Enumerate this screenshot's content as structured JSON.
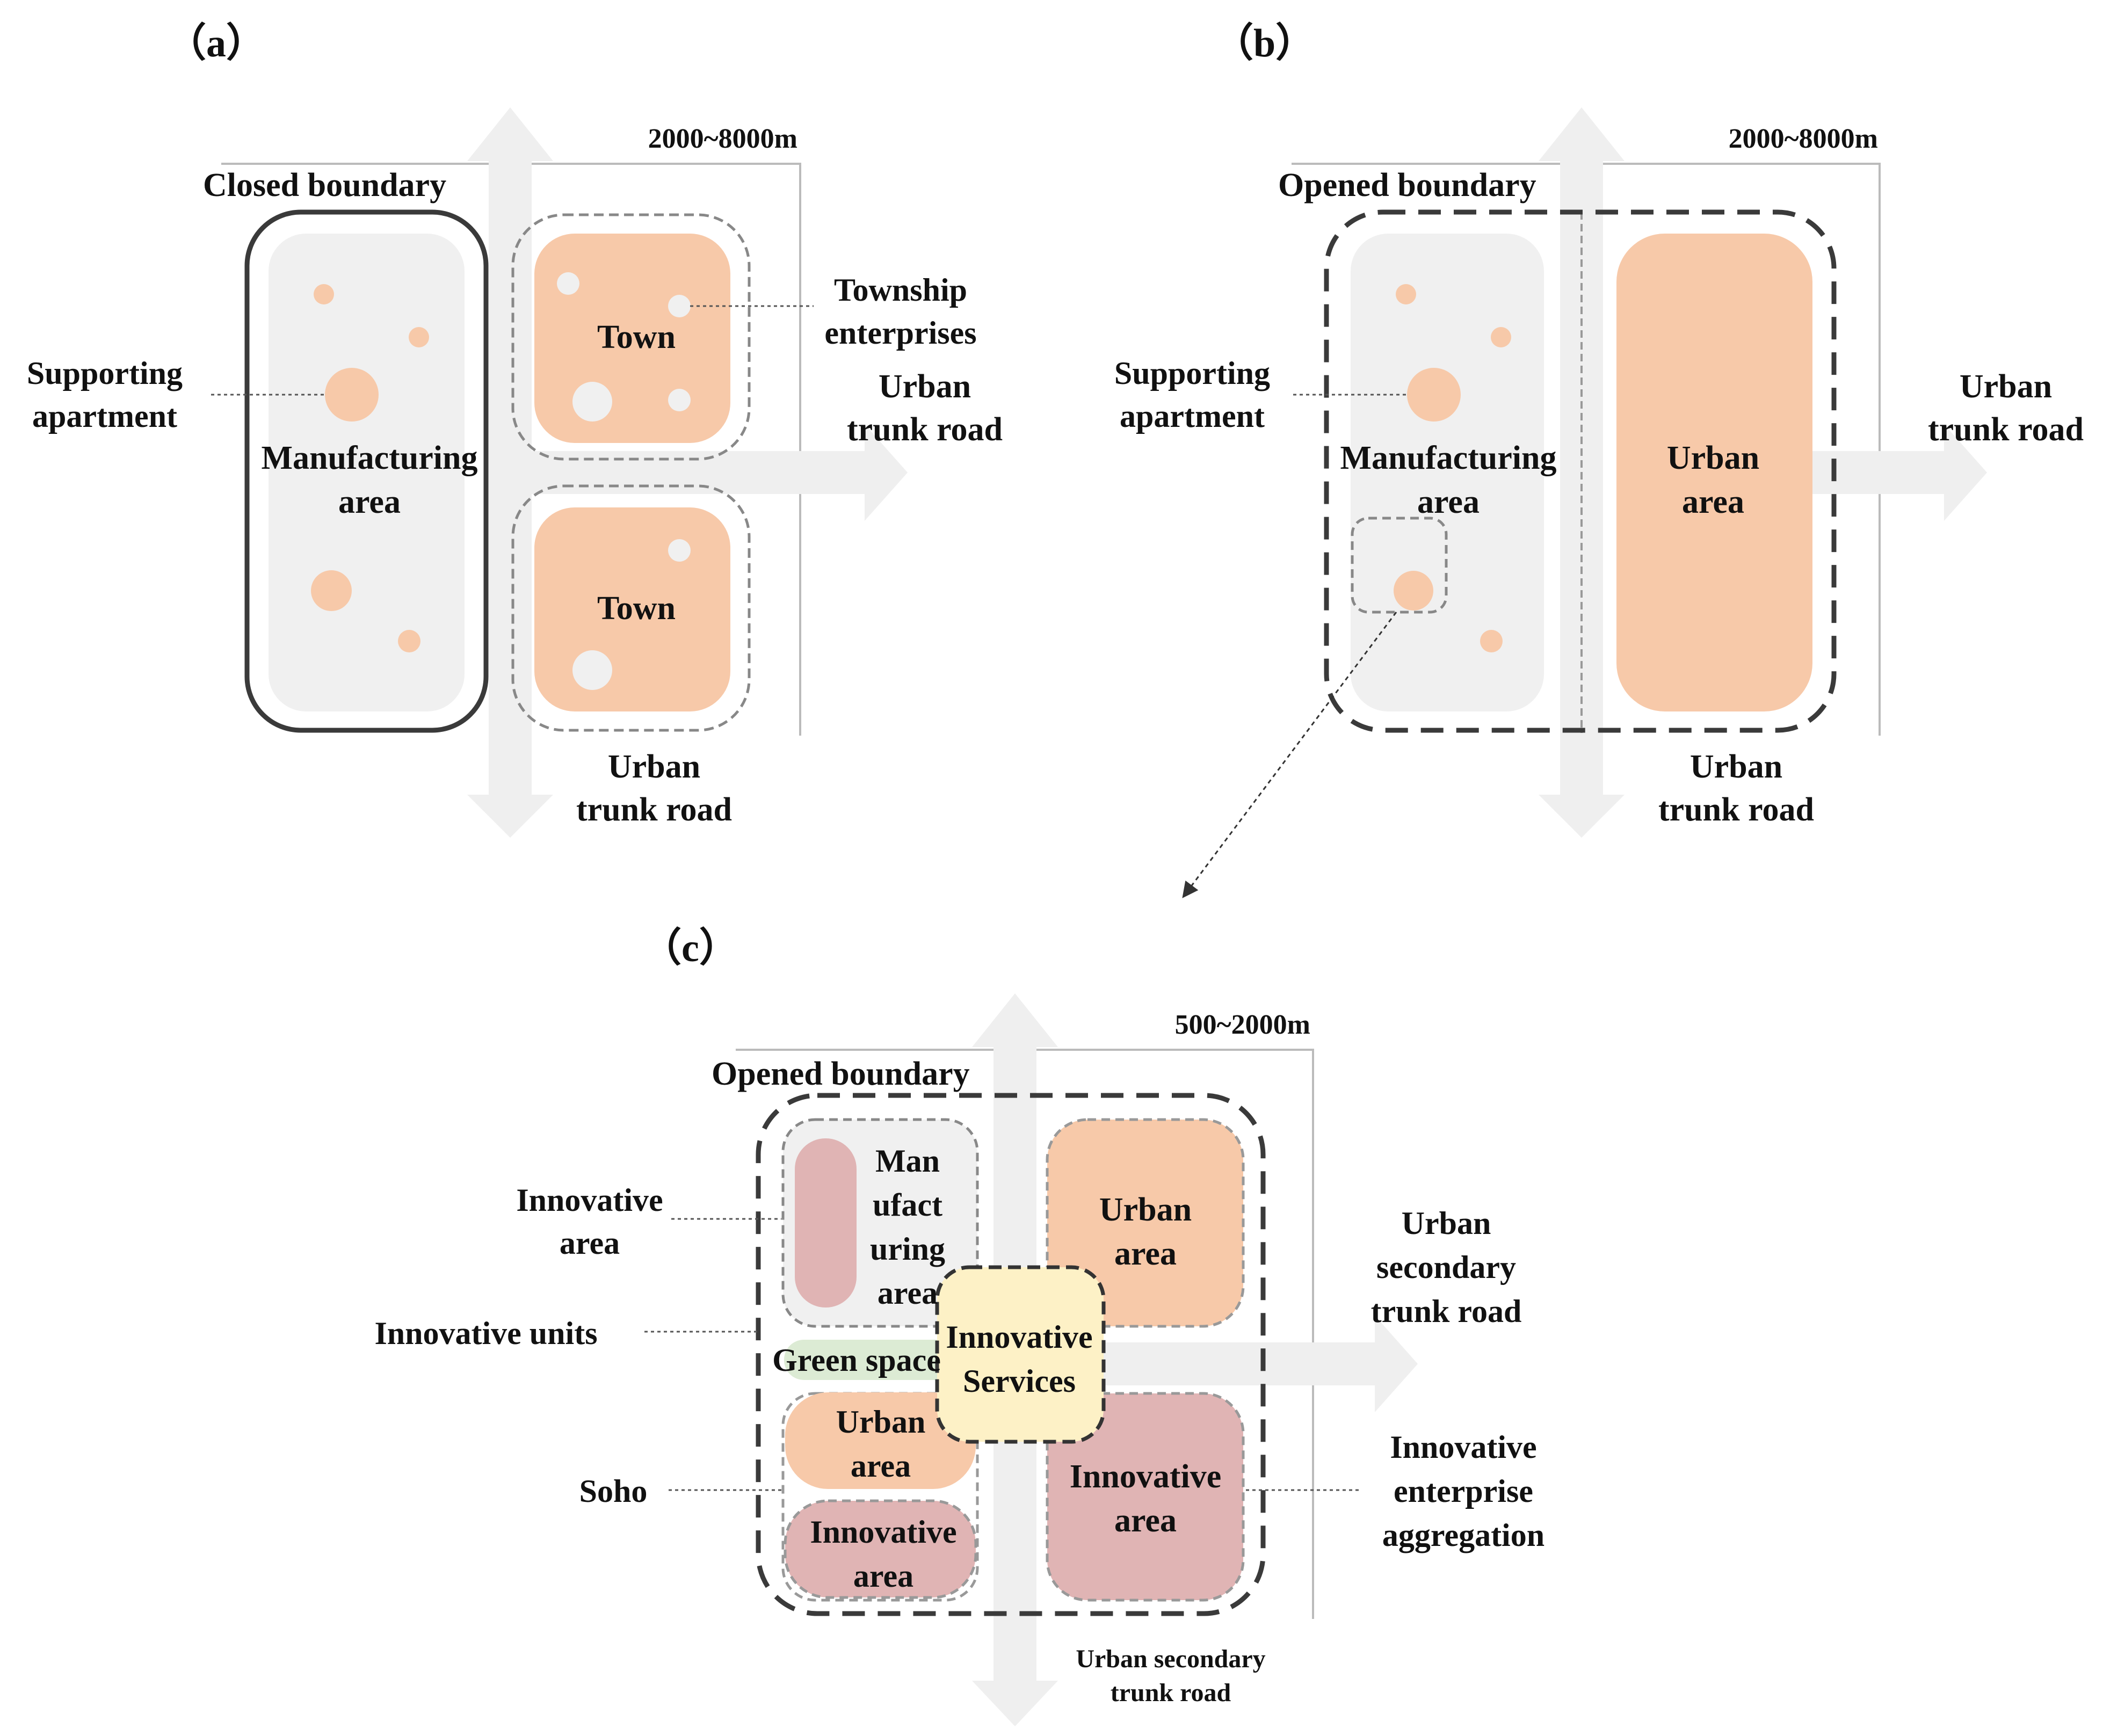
{
  "panel_a": {
    "tag": "（a）",
    "scale": "2000~8000m",
    "boundary": "Closed boundary",
    "supporting": [
      "Supporting",
      "apartment"
    ],
    "manufacturing": [
      "Manufacturing",
      "area"
    ],
    "town": "Town",
    "township": [
      "Township",
      "enterprises"
    ],
    "road_right": [
      "Urban",
      "trunk road"
    ],
    "road_bottom": [
      "Urban",
      "trunk road"
    ]
  },
  "panel_b": {
    "tag": "（b）",
    "scale": "2000~8000m",
    "boundary": "Opened boundary",
    "supporting": [
      "Supporting",
      "apartment"
    ],
    "manufacturing": [
      "Manufacturing",
      "area"
    ],
    "urban": [
      "Urban",
      "area"
    ],
    "road_right": [
      "Urban",
      "trunk road"
    ],
    "road_bottom": [
      "Urban",
      "trunk road"
    ]
  },
  "panel_c": {
    "tag": "（c）",
    "scale": "500~2000m",
    "boundary": "Opened boundary",
    "innovative_area_label": [
      "Innovative",
      "area"
    ],
    "innovative_units": "Innovative units",
    "soho": "Soho",
    "manufacturing": [
      "Man",
      "ufact",
      "uring",
      "area"
    ],
    "urban_tr": [
      "Urban",
      "area"
    ],
    "green": "Green space",
    "services": [
      "Innovative",
      "Services"
    ],
    "urban_small": [
      "Urban",
      "area"
    ],
    "innov_small": [
      "Innovative",
      "area"
    ],
    "innov_big": [
      "Innovative",
      "area"
    ],
    "road_right": [
      "Urban",
      "secondary",
      "trunk road"
    ],
    "aggregation": [
      "Innovative",
      "enterprise",
      "aggregation"
    ],
    "road_bottom": [
      "Urban secondary",
      "trunk road"
    ]
  },
  "colors": {
    "road": "#efefef",
    "zone_grey": "#f0f0f0",
    "orange": "#f7c9a9",
    "pink": "#e0b4b4",
    "yellow": "#fdf1c6",
    "green": "#dcebd4",
    "line": "#333333"
  }
}
